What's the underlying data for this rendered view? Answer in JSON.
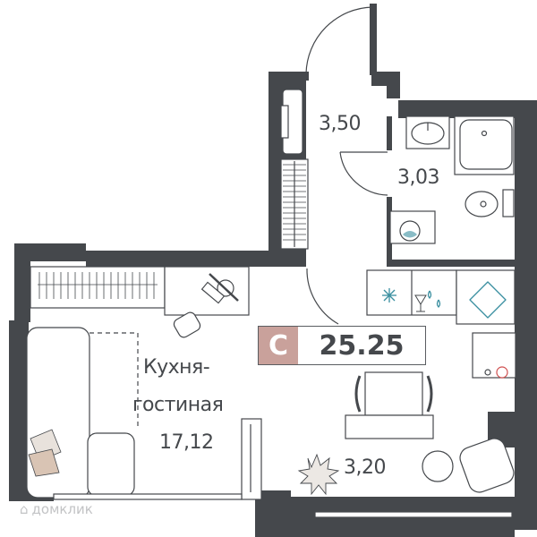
{
  "plan": {
    "type": "studio apartment floor plan",
    "total_area": "25.25",
    "apartment_class": "C",
    "colors": {
      "wall": "#45484c",
      "badge_accent": "#c9a19b",
      "fixture_accent": "#3a8fa0",
      "text": "#45484c",
      "hob_red": "#d05050"
    },
    "rooms": [
      {
        "id": "living-kitchen",
        "name_line1": "Кухня-",
        "name_line2": "гостиная",
        "area": "17,12"
      },
      {
        "id": "hallway",
        "area": "3,50"
      },
      {
        "id": "bathroom",
        "area": "3,03"
      },
      {
        "id": "balcony",
        "area": "3,20"
      }
    ],
    "watermark": "домклик"
  }
}
